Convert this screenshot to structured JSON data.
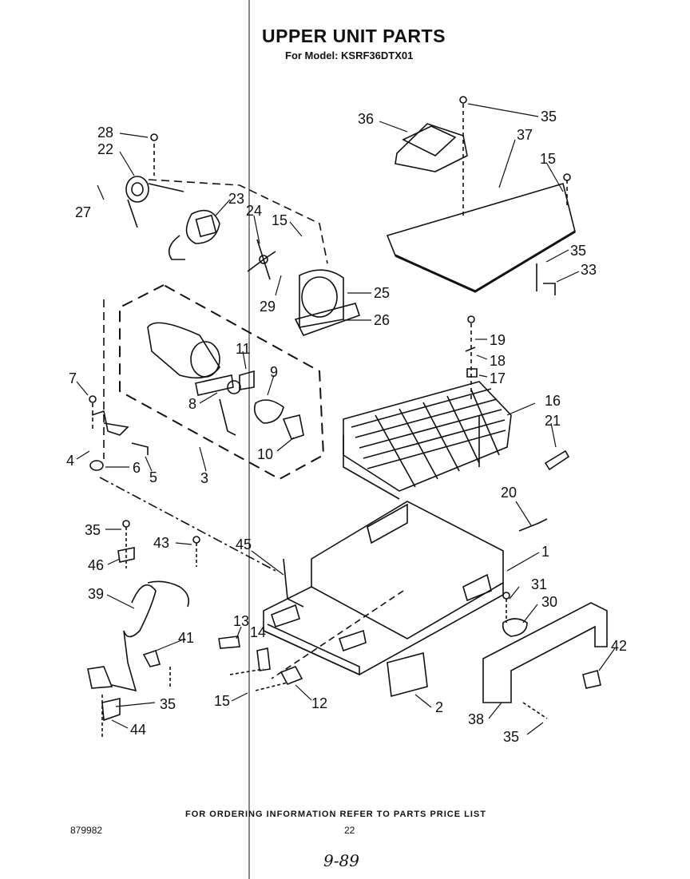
{
  "title": "UPPER UNIT PARTS",
  "subtitle": "For Model: KSRF36DTX01",
  "footer_text": "FOR ORDERING INFORMATION REFER TO PARTS PRICE LIST",
  "doc_number": "879982",
  "page_number": "22",
  "handwritten_note": "9-89",
  "callouts": [
    {
      "id": "c28",
      "label": "28"
    },
    {
      "id": "c22",
      "label": "22"
    },
    {
      "id": "c27",
      "label": "27"
    },
    {
      "id": "c23",
      "label": "23"
    },
    {
      "id": "c24",
      "label": "24"
    },
    {
      "id": "c15a",
      "label": "15"
    },
    {
      "id": "c29",
      "label": "29"
    },
    {
      "id": "c25",
      "label": "25"
    },
    {
      "id": "c26",
      "label": "26"
    },
    {
      "id": "c36",
      "label": "36"
    },
    {
      "id": "c35a",
      "label": "35"
    },
    {
      "id": "c37",
      "label": "37"
    },
    {
      "id": "c15b",
      "label": "15"
    },
    {
      "id": "c35b",
      "label": "35"
    },
    {
      "id": "c33",
      "label": "33"
    },
    {
      "id": "c11",
      "label": "11"
    },
    {
      "id": "c9",
      "label": "9"
    },
    {
      "id": "c8",
      "label": "8"
    },
    {
      "id": "c7",
      "label": "7"
    },
    {
      "id": "c4",
      "label": "4"
    },
    {
      "id": "c6",
      "label": "6"
    },
    {
      "id": "c5",
      "label": "5"
    },
    {
      "id": "c3",
      "label": "3"
    },
    {
      "id": "c10",
      "label": "10"
    },
    {
      "id": "c19",
      "label": "19"
    },
    {
      "id": "c18",
      "label": "18"
    },
    {
      "id": "c17",
      "label": "17"
    },
    {
      "id": "c16",
      "label": "16"
    },
    {
      "id": "c21",
      "label": "21"
    },
    {
      "id": "c20",
      "label": "20"
    },
    {
      "id": "c1",
      "label": "1"
    },
    {
      "id": "c35c",
      "label": "35"
    },
    {
      "id": "c46",
      "label": "46"
    },
    {
      "id": "c43",
      "label": "43"
    },
    {
      "id": "c45",
      "label": "45"
    },
    {
      "id": "c39",
      "label": "39"
    },
    {
      "id": "c13",
      "label": "13"
    },
    {
      "id": "c14",
      "label": "14"
    },
    {
      "id": "c41",
      "label": "41"
    },
    {
      "id": "c31",
      "label": "31"
    },
    {
      "id": "c30",
      "label": "30"
    },
    {
      "id": "c42",
      "label": "42"
    },
    {
      "id": "c15c",
      "label": "15"
    },
    {
      "id": "c12",
      "label": "12"
    },
    {
      "id": "c35d",
      "label": "35"
    },
    {
      "id": "c2",
      "label": "2"
    },
    {
      "id": "c44",
      "label": "44"
    },
    {
      "id": "c38",
      "label": "38"
    },
    {
      "id": "c35e",
      "label": "35"
    }
  ]
}
